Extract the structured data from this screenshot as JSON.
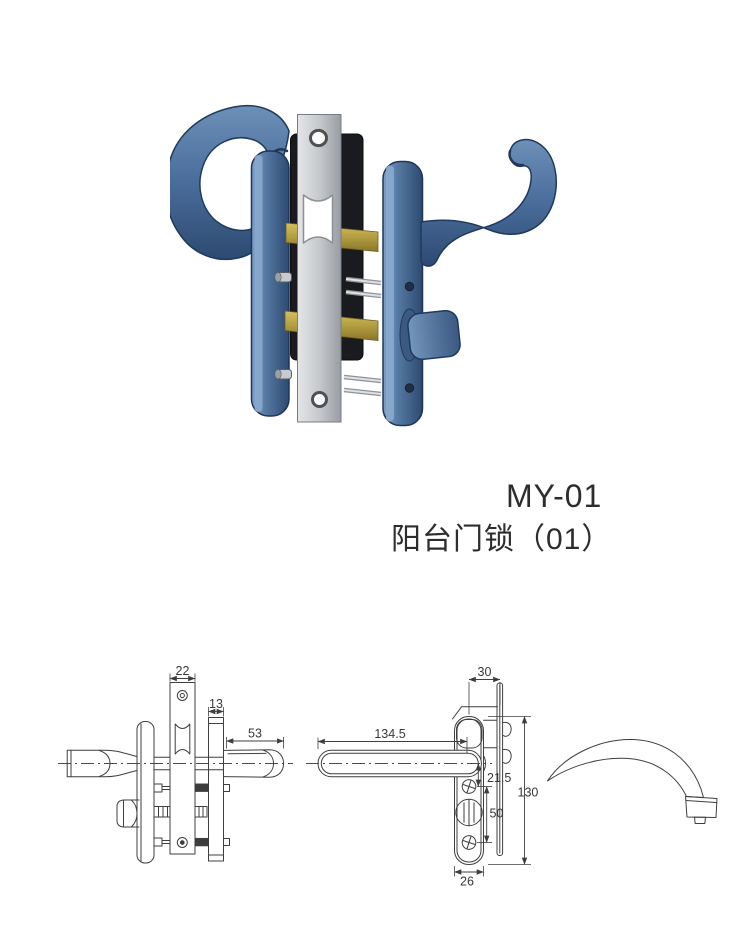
{
  "titles": {
    "model": "MY-01",
    "name": "阳台门锁（01）"
  },
  "dims": {
    "side": {
      "faceplate_width": "22",
      "backplate_width": "13",
      "lever_length": "53"
    },
    "front": {
      "lever_length": "134.5",
      "backset_depth": "30",
      "axis_to_screw": "21.5",
      "plate_height": "130",
      "screw_spacing": "50",
      "plate_width": "26"
    }
  },
  "render_colors": {
    "handle_blue": "#54779f",
    "handle_blue_light": "#7da0c8",
    "handle_blue_dark": "#2c4a72",
    "steel_plate": "#c6c9cc",
    "brass_bar": "#b29d42",
    "lock_body": "#191b1f"
  }
}
